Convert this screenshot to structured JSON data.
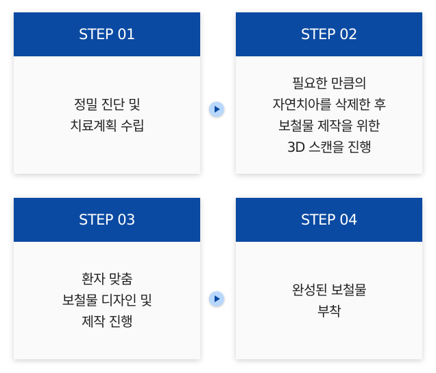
{
  "colors": {
    "header_bg": "#0b4aa2",
    "header_text": "#ffffff",
    "body_bg": "#fafafa",
    "body_text": "#222222",
    "arrow_circle": "#b8d8fb",
    "arrow_triangle": "#0b4aa2"
  },
  "steps": [
    {
      "title": "STEP 01",
      "lines": [
        "정밀 진단 및",
        "치료계획 수립"
      ]
    },
    {
      "title": "STEP 02",
      "lines": [
        "필요한 만큼의",
        "자연치아를 삭제한 후",
        "보철물 제작을 위한",
        "3D 스캔을 진행"
      ]
    },
    {
      "title": "STEP 03",
      "lines": [
        "환자 맞춤",
        "보철물 디자인 및",
        "제작 진행"
      ]
    },
    {
      "title": "STEP 04",
      "lines": [
        "완성된 보철물",
        "부착"
      ]
    }
  ],
  "arrows": [
    {
      "icon": "play-arrow-icon"
    },
    {
      "icon": "play-arrow-icon"
    }
  ]
}
